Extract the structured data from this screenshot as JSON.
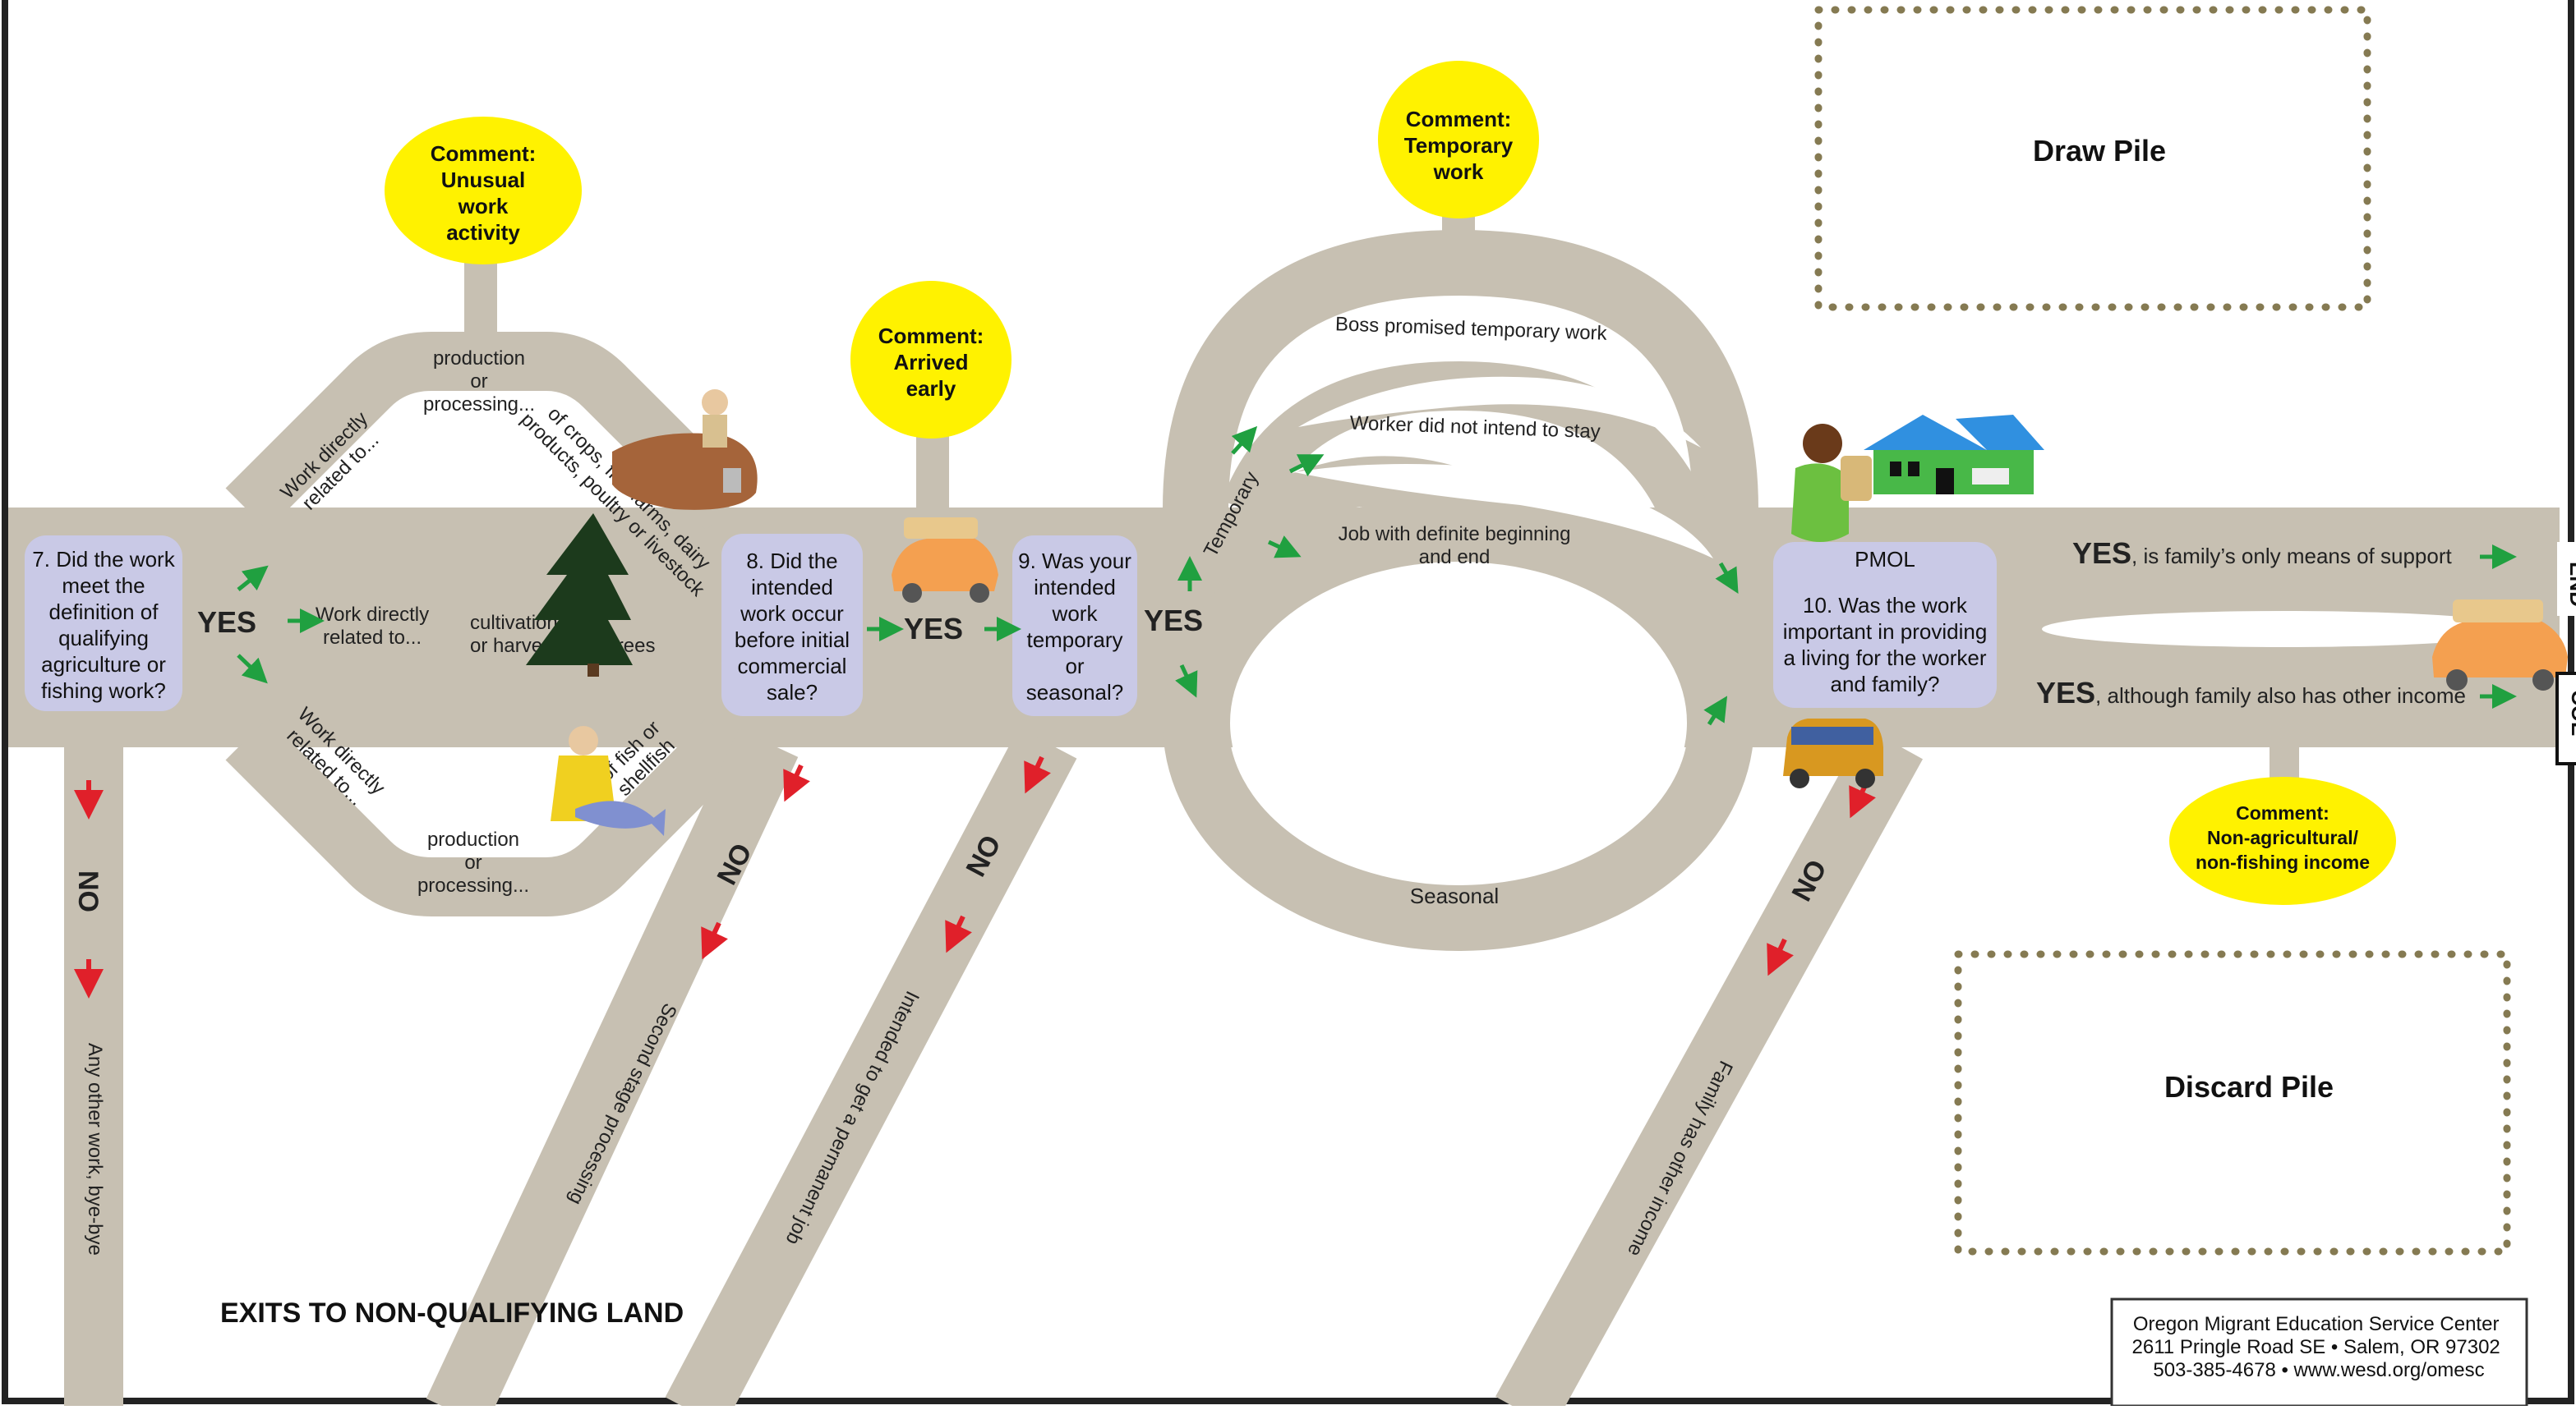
{
  "questions": {
    "q7": [
      "7. Did the work",
      "meet the",
      "definition of",
      "qualifying",
      "agriculture or",
      "fishing work?"
    ],
    "q8": [
      "8. Did the",
      "intended",
      "work occur",
      "before initial",
      "commercial",
      "sale?"
    ],
    "q9": [
      "9. Was your",
      "intended",
      "work",
      "temporary",
      "or",
      "seasonal?"
    ],
    "q10_title": "PMOL",
    "q10": [
      "10. Was the work",
      "important in providing",
      "a living for the worker",
      "and family?"
    ]
  },
  "comments": {
    "unusual": [
      "Comment:",
      "Unusual",
      "work",
      "activity"
    ],
    "arrived": [
      "Comment:",
      "Arrived",
      "early"
    ],
    "temporary": [
      "Comment:",
      "Temporary",
      "work"
    ],
    "nonag": [
      "Comment:",
      "Non-agricultural/",
      "non-fishing income"
    ]
  },
  "roads": {
    "top_branch_diag": [
      "Work directly",
      "related to..."
    ],
    "top_production": [
      "production",
      "or",
      "processing..."
    ],
    "top_crops": [
      "of crops, fish farms, dairy",
      "products, poultry or livestock"
    ],
    "middle_branch": [
      "Work directly",
      "related to..."
    ],
    "cultivation": [
      "cultivation",
      "or harvesting of trees"
    ],
    "bottom_branch_diag": [
      "Work directly",
      "related to..."
    ],
    "bottom_production": [
      "production",
      "or",
      "processing..."
    ],
    "fish": [
      "of fish or",
      "shellfish"
    ],
    "temporary": "Temporary",
    "boss": "Boss promised temporary work",
    "not_stay": "Worker did not intend to stay",
    "definite": [
      "Job with definite beginning",
      "and end"
    ],
    "seasonal": "Seasonal",
    "any_other": "Any other work, bye-bye",
    "second_stage": "Second stage processing",
    "permanent": "Intended to get a permanent job",
    "family_other": "Family has other income"
  },
  "labels": {
    "yes": "YES",
    "no": "NO",
    "yes_only_bold": "YES",
    "yes_only_rest": ", is family’s only means of support",
    "yes_other_bold": "YES",
    "yes_other_rest": ", although family also has other income",
    "exits": "EXITS TO NON-QUALIFYING LAND",
    "end": "END",
    "coe": "COE"
  },
  "piles": {
    "draw": "Draw Pile",
    "discard": "Discard Pile"
  },
  "footer": {
    "line1": "Oregon Migrant Education Service Center",
    "line2": "2611 Pringle Road SE  •  Salem, OR  97302",
    "line3": "503-385-4678  •  www.wesd.org/omesc"
  },
  "colors": {
    "road": "#c7c0b2",
    "question_box": "#c9c9e6",
    "comment": "#fff200",
    "yes_arrow": "#20a040",
    "no_arrow": "#e0202a",
    "pile_dots": "#857a52"
  },
  "icons": [
    "farmer-clipart-icon",
    "pine-tree-icon",
    "fisherman-clipart-icon",
    "car-icon",
    "house-icon",
    "woman-groceries-icon",
    "van-icon"
  ]
}
